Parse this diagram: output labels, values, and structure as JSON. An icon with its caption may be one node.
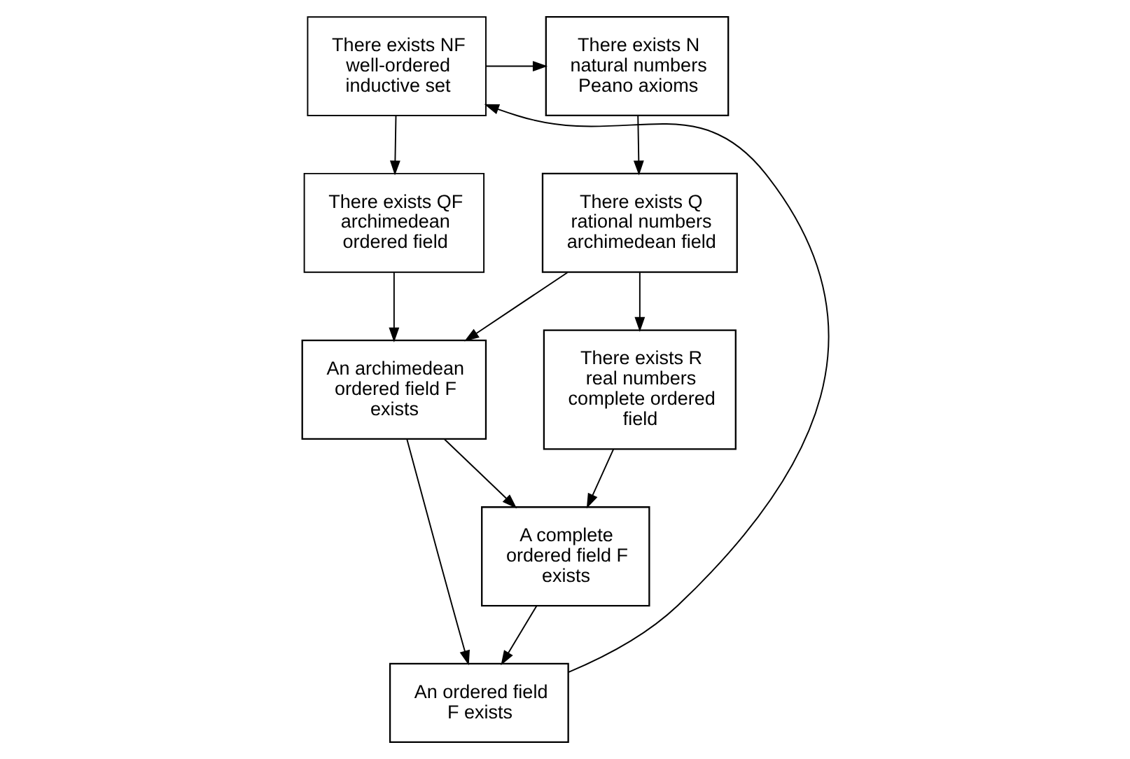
{
  "diagram": {
    "nodes": [
      {
        "text": [
          "There exists N natural numbers Peano axioms"
        ]
      },
      {
        "text": [
          "There exists NF well-ordered inductive set"
        ]
      },
      {
        "text": [
          "There exists QF archimedean ordered field"
        ]
      },
      {
        "text": [
          "An ordered field F exists"
        ]
      },
      {
        "text": [
          "There exists Q rational numbers archimedean field"
        ]
      },
      {
        "text": [
          "A complete ordered field F exists"
        ]
      },
      {
        "text": [
          "There exists R real numbers complete ordered field"
        ]
      },
      {
        "text": [
          "An archimedean ordered field F exists"
        ]
      }
    ],
    "edges": [
      {
        "from": 1,
        "to": 0,
        "arrow": "to"
      },
      {
        "from": 1,
        "to": 2,
        "arrow": "to"
      },
      {
        "from": 3,
        "to": 1,
        "arrow": "to"
      },
      {
        "from": 0,
        "to": 4,
        "arrow": "to"
      },
      {
        "from": 2,
        "to": 7,
        "arrow": "to"
      },
      {
        "from": 4,
        "to": 7,
        "arrow": "to"
      },
      {
        "from": 4,
        "to": 6,
        "arrow": "to"
      },
      {
        "from": 6,
        "to": 5,
        "arrow": "to"
      },
      {
        "from": 5,
        "to": 3,
        "arrow": "to"
      },
      {
        "from": 7,
        "to": 5,
        "arrow": "to"
      },
      {
        "from": 7,
        "to": 3,
        "arrow": "to"
      }
    ]
  }
}
